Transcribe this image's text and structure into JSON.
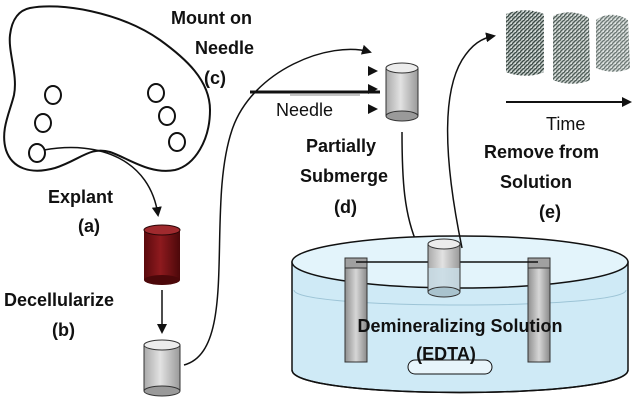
{
  "labels": {
    "explant": "Explant",
    "explant_step": "(a)",
    "decellularize": "Decellularize",
    "decellularize_step": "(b)",
    "mount_line1": "Mount on",
    "mount_line2": "Needle",
    "mount_step": "(c)",
    "needle": "Needle",
    "submerge_line1": "Partially",
    "submerge_line2": "Submerge",
    "submerge_step": "(d)",
    "remove_line1": "Remove from",
    "remove_line2": "Solution",
    "remove_step": "(e)",
    "time": "Time",
    "solution_line1": "Demineralizing Solution",
    "solution_line2": "(EDTA)"
  },
  "colors": {
    "explant_cylinder": "#7a1014",
    "gray_cylinder": "#c8c8c8",
    "solution": "#cfeaf6",
    "solution_edge": "#9dc4d6",
    "clamp": "#b9b9b9",
    "sample_texture": "#4a5a55"
  },
  "icons": {
    "explant_tissue": "tissue-blob-icon",
    "holes": "circle-icon",
    "arrow": "arrow-icon",
    "cylinder": "cylinder-icon",
    "bath": "bath-icon"
  }
}
